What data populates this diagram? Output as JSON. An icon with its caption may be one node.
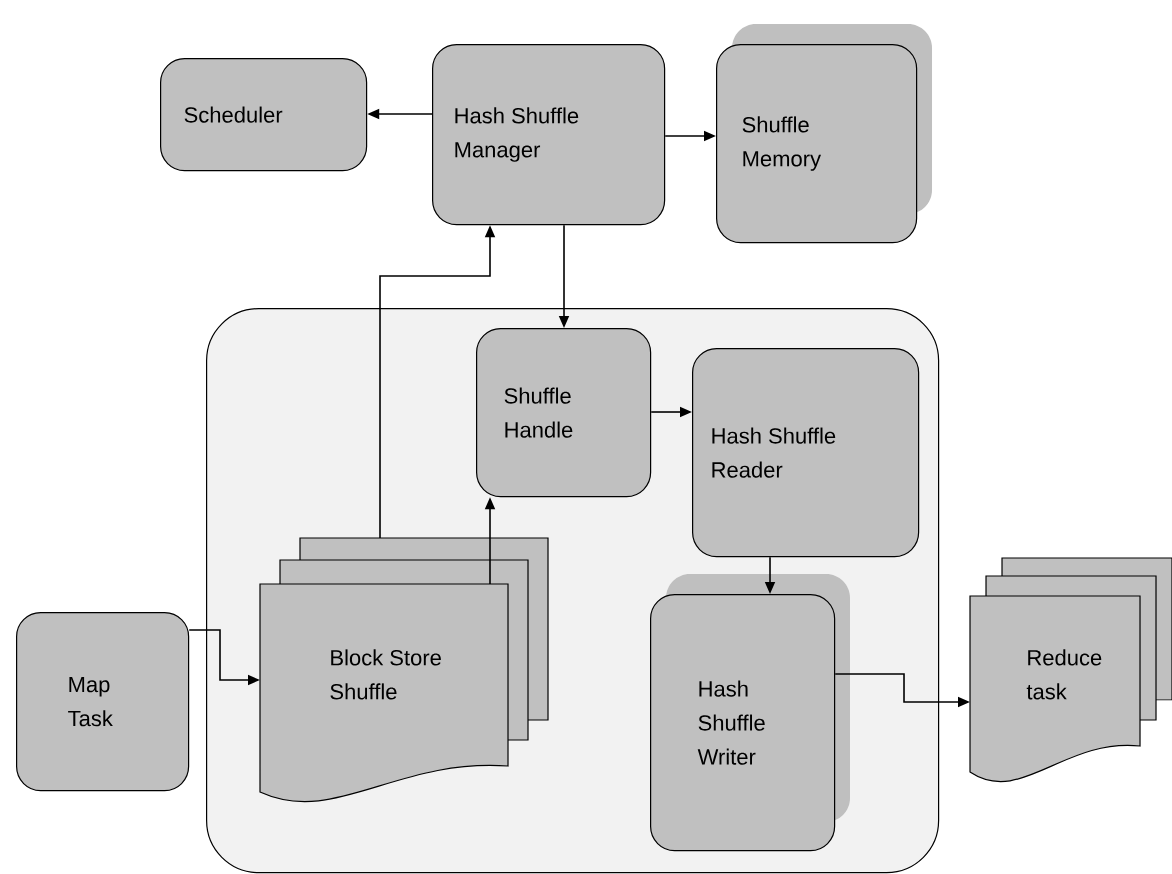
{
  "diagram": {
    "nodes": [
      {
        "text": [
          "Scheduler"
        ]
      },
      {
        "text": [
          "Hash Shuffle Manager"
        ]
      },
      {
        "text": [
          "Shuffle Memory"
        ]
      },
      {
        "text": [],
        "shape": "box"
      },
      {
        "text": [
          "Shuffle Handle"
        ],
        "in": 3
      },
      {
        "text": [
          "Hash Shuffle Reader"
        ],
        "in": 3
      },
      {
        "text": [
          "Block Store Shuffle"
        ],
        "in": 3
      },
      {
        "text": [
          "Hash Shuffle Writer"
        ],
        "in": 3
      },
      {
        "text": [
          "Map Task"
        ]
      },
      {
        "text": [
          "Reduce task"
        ]
      }
    ],
    "edges": [
      {
        "from": 1,
        "to": 0,
        "arrow": "to"
      },
      {
        "from": 1,
        "to": 2,
        "arrow": "to"
      },
      {
        "from": 1,
        "to": 4,
        "arrow": "to"
      },
      {
        "from": 6,
        "to": 1,
        "arrow": "to"
      },
      {
        "from": 6,
        "to": 4,
        "arrow": "to"
      },
      {
        "from": 4,
        "to": 5,
        "arrow": "to"
      },
      {
        "from": 5,
        "to": 7,
        "arrow": "to"
      },
      {
        "from": 8,
        "to": 6,
        "arrow": "to"
      },
      {
        "from": 7,
        "to": 9,
        "arrow": "to"
      }
    ]
  }
}
